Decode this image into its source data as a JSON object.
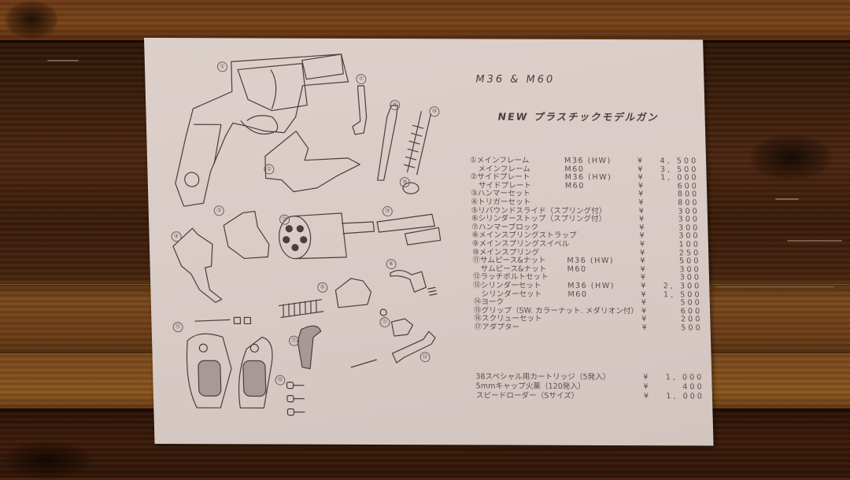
{
  "scene": {
    "description": "Printed parts price list for a plastic model gun lying on a dark wooden table",
    "background": "dark wood planks",
    "paper_color": "#dacdc8",
    "ink_color": "#4a4040"
  },
  "document": {
    "title": "M36 & M60",
    "subtitle": "NEW プラスチックモデルガン",
    "parts": [
      {
        "num": "①",
        "name": "メインフレーム",
        "model": "M36 (HW)",
        "yen": "¥",
        "price": "4, 500"
      },
      {
        "num": "",
        "name": "メインフレーム",
        "model": "M60",
        "yen": "¥",
        "price": "3, 500"
      },
      {
        "num": "②",
        "name": "サイドプレート",
        "model": "M36 (HW)",
        "yen": "¥",
        "price": "1, 000"
      },
      {
        "num": "",
        "name": "サイドプレート",
        "model": "M60",
        "yen": "¥",
        "price": "600"
      },
      {
        "num": "③",
        "name": "ハンマーセット",
        "model": "",
        "yen": "¥",
        "price": "800"
      },
      {
        "num": "④",
        "name": "トリガーセット",
        "model": "",
        "yen": "¥",
        "price": "800"
      },
      {
        "num": "⑤",
        "name": "リバウンドスライド（スプリング付）",
        "model": "",
        "yen": "¥",
        "price": "300"
      },
      {
        "num": "⑥",
        "name": "シリンダーストップ（スプリング付）",
        "model": "",
        "yen": "¥",
        "price": "300"
      },
      {
        "num": "⑦",
        "name": "ハンマーブロック",
        "model": "",
        "yen": "¥",
        "price": "300"
      },
      {
        "num": "⑧",
        "name": "メインスプリングストラップ",
        "model": "",
        "yen": "¥",
        "price": "300"
      },
      {
        "num": "⑨",
        "name": "メインスプリングスイベル",
        "model": "",
        "yen": "¥",
        "price": "100"
      },
      {
        "num": "⑩",
        "name": "メインスプリング",
        "model": "",
        "yen": "¥",
        "price": "250"
      },
      {
        "num": "⑪",
        "name": "サムピース&ナット",
        "model": "M36 (HW)",
        "yen": "¥",
        "price": "500"
      },
      {
        "num": "",
        "name": "サムピース&ナット",
        "model": "M60",
        "yen": "¥",
        "price": "300"
      },
      {
        "num": "⑫",
        "name": "ラッチボルトセット",
        "model": "",
        "yen": "¥",
        "price": "300"
      },
      {
        "num": "⑬",
        "name": "シリンダーセット",
        "model": "M36 (HW)",
        "yen": "¥",
        "price": "2, 300"
      },
      {
        "num": "",
        "name": "シリンダーセット",
        "model": "M60",
        "yen": "¥",
        "price": "1, 500"
      },
      {
        "num": "⑭",
        "name": "ヨーク",
        "model": "",
        "yen": "¥",
        "price": "500"
      },
      {
        "num": "⑮",
        "name": "グリップ（SW. カラーナット. メダリオン付）",
        "model": "",
        "yen": "¥",
        "price": "600"
      },
      {
        "num": "⑯",
        "name": "スクリューセット",
        "model": "",
        "yen": "¥",
        "price": "200"
      },
      {
        "num": "⑰",
        "name": "アダプター",
        "model": "",
        "yen": "¥",
        "price": "500"
      }
    ],
    "extras": [
      {
        "name": "38スペシャル用カートリッジ（5発入）",
        "yen": "¥",
        "price": "1, 000"
      },
      {
        "name": "5mmキャップ火薬（120発入）",
        "yen": "¥",
        "price": "400"
      },
      {
        "name": "スピードローダー（Sサイズ）",
        "yen": "¥",
        "price": "1, 000"
      }
    ],
    "diagram_callouts": [
      "①",
      "②",
      "③",
      "④",
      "⑤",
      "⑥",
      "⑦",
      "⑧",
      "⑨",
      "⑩",
      "⑪",
      "⑫",
      "⑬",
      "⑭",
      "⑮",
      "⑯",
      "⑰"
    ]
  }
}
